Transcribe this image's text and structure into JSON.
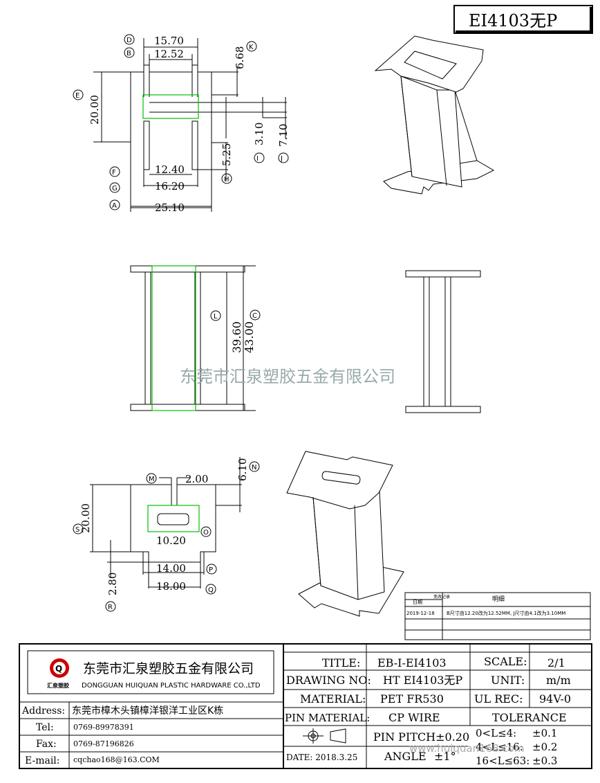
{
  "header": {
    "part_title": "EI4103无P"
  },
  "views": {
    "top": {
      "d_label": "D",
      "d_value": "15.70",
      "b_label": "B",
      "b_value": "12.52",
      "k_value": "6.68",
      "k_label": "K",
      "e_label": "E",
      "e_value": "20.00",
      "i_value": "3.10",
      "i_label": "I",
      "j_value": "7.10",
      "j_label": "J",
      "h_value": "5.25",
      "h_label": "H",
      "f_label": "F",
      "f_value": "12.40",
      "g_label": "G",
      "g_value": "16.20",
      "a_label": "A",
      "a_value": "25.10"
    },
    "front": {
      "l_value": "39.60",
      "l_label": "L",
      "c_value": "43.00",
      "c_label": "C"
    },
    "bottom": {
      "m_label": "M",
      "m_value": "2.00",
      "n_value": "6.10",
      "n_label": "N",
      "s_label": "S",
      "s_value": "20.00",
      "o_value": "10.20",
      "o_label": "O",
      "p_value": "14.00",
      "p_label": "P",
      "q_value": "18.00",
      "q_label": "Q",
      "r_value": "2.80",
      "r_label": "R"
    }
  },
  "watermark": "东莞市汇泉塑胶五金有限公司",
  "revision": {
    "col_date": "日期",
    "col_record": "变改记录",
    "col_detail": "明细",
    "rows": [
      {
        "date": "2019-12-18",
        "detail": "B尺寸由12.20改为12.52MM, J尺寸由4.1改为3.10MM"
      }
    ]
  },
  "company": {
    "logo_letter": "Q",
    "logo_text": "汇泉塑胶",
    "name_cn": "东莞市汇泉塑胶五金有限公司",
    "name_en": "DONGGUAN HUIQUAN PLASTIC HARDWARE CO.,LTD"
  },
  "contact": [
    {
      "label": "Address:",
      "value": "东莞市樟木头镇樟洋银洋工业区K栋"
    },
    {
      "label": "Tel:",
      "value": "0769-89978391"
    },
    {
      "label": "Fax:",
      "value": "0769-87196826"
    },
    {
      "label": "E-mail:",
      "value": "cqchao168@163.COM"
    }
  ],
  "titleblock": {
    "title_label": "TITLE:",
    "title_value": "EB-I-EI4103",
    "scale_label": "SCALE:",
    "scale_value": "2/1",
    "drawing_label": "DRAWING NO:",
    "drawing_value": "HT EI4103无P",
    "unit_label": "UNIT:",
    "unit_value": "m/m",
    "material_label": "MATERIAL:",
    "material_value": "PET FR530",
    "ul_label": "UL REC:",
    "ul_value": "94V-0",
    "pin_label": "PIN MATERIAL:",
    "pin_value": "CP WIRE",
    "tolerance_label": "TOLERANCE",
    "pitch": "PIN PITCH±0.20",
    "angle_label": "ANGLE",
    "angle_value": "±1°",
    "date": "DATE: 2018.3.25",
    "tol_rows": [
      {
        "range": "0<L≤4:",
        "value": "±0.1"
      },
      {
        "range": "4<L≤16:",
        "value": "±0.2"
      },
      {
        "range": "16<L≤63:",
        "value": "±0.3"
      }
    ]
  },
  "footer_watermark": "www.huiquan168.com"
}
